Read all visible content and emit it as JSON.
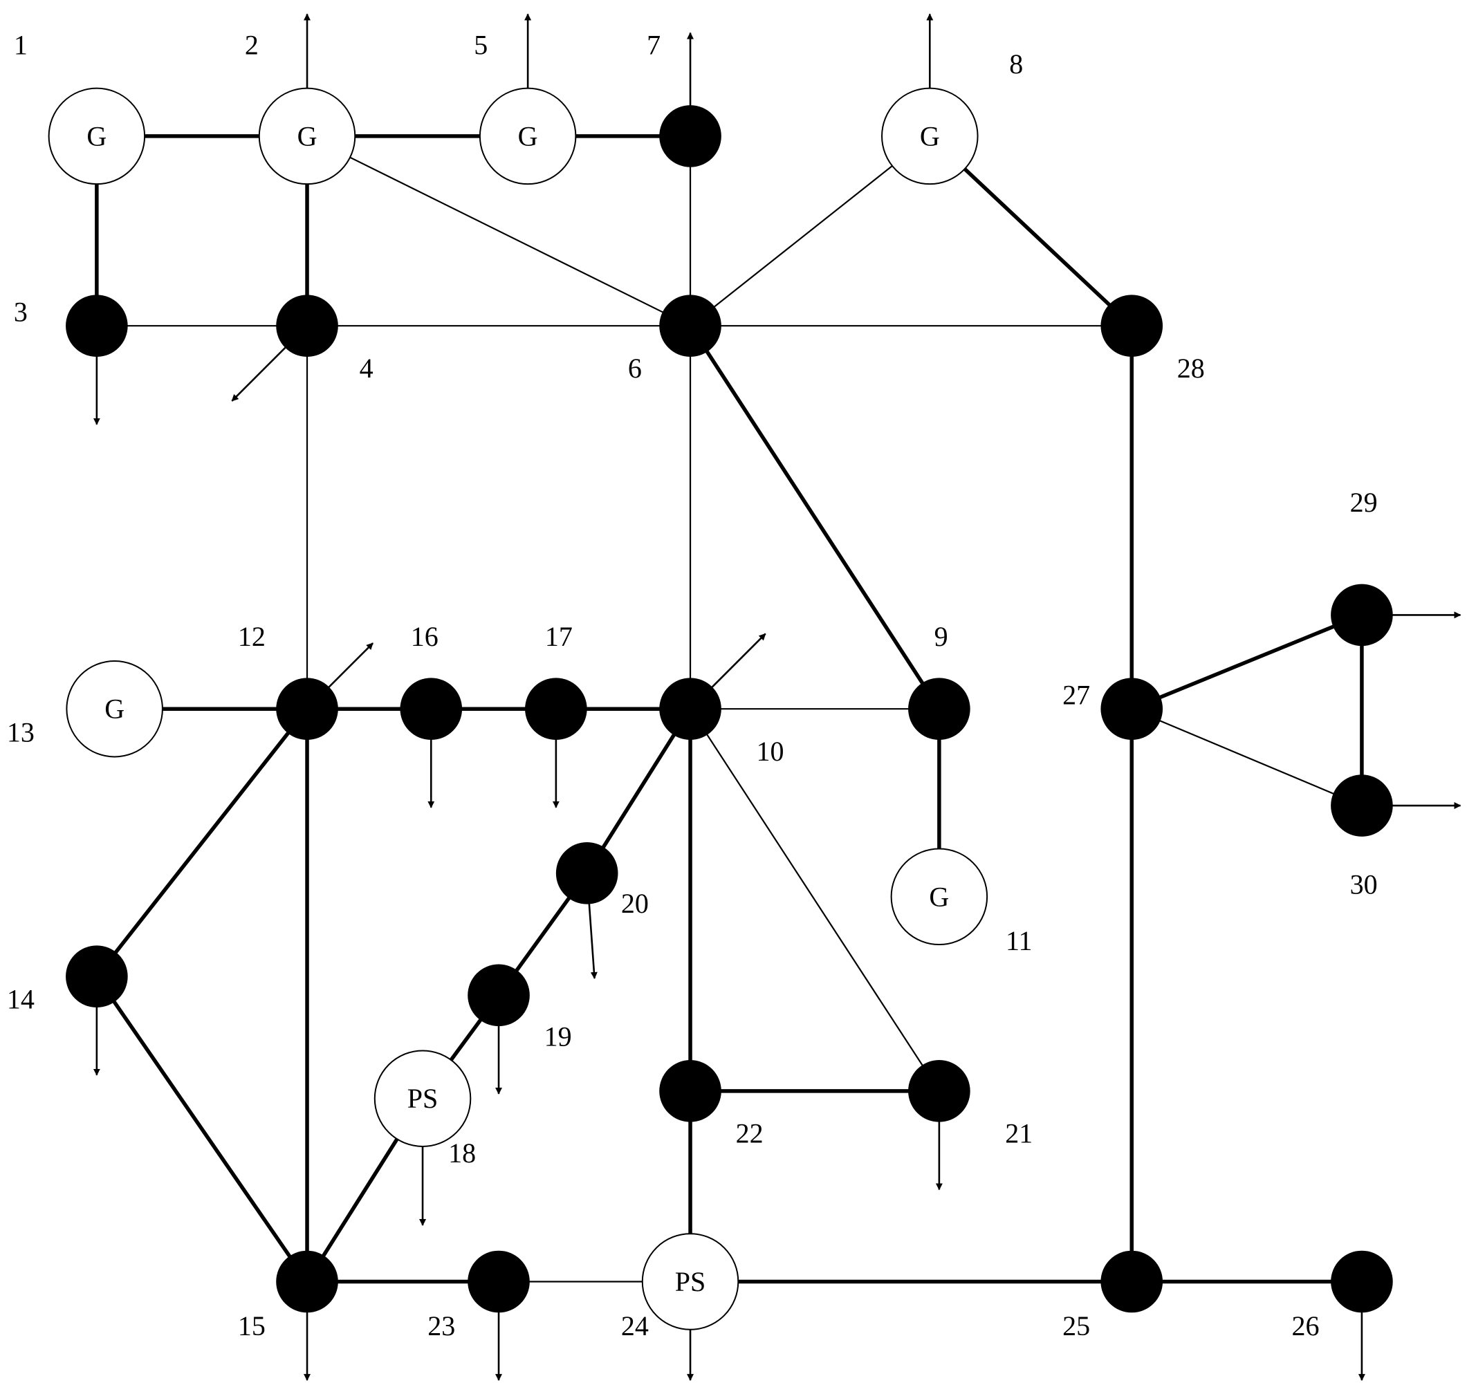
{
  "diagram": {
    "colors": {
      "ink": "#000000",
      "paper": "#ffffff"
    },
    "nodes": [
      {
        "id": "1",
        "label": "1",
        "type": "G"
      },
      {
        "id": "2",
        "label": "2",
        "type": "G"
      },
      {
        "id": "3",
        "label": "3",
        "type": "bus"
      },
      {
        "id": "4",
        "label": "4",
        "type": "bus"
      },
      {
        "id": "5",
        "label": "5",
        "type": "G"
      },
      {
        "id": "6",
        "label": "6",
        "type": "bus"
      },
      {
        "id": "7",
        "label": "7",
        "type": "bus"
      },
      {
        "id": "8",
        "label": "8",
        "type": "G"
      },
      {
        "id": "9",
        "label": "9",
        "type": "bus"
      },
      {
        "id": "10",
        "label": "10",
        "type": "bus"
      },
      {
        "id": "11",
        "label": "11",
        "type": "G"
      },
      {
        "id": "12",
        "label": "12",
        "type": "bus"
      },
      {
        "id": "13",
        "label": "13",
        "type": "G"
      },
      {
        "id": "14",
        "label": "14",
        "type": "bus"
      },
      {
        "id": "15",
        "label": "15",
        "type": "bus"
      },
      {
        "id": "16",
        "label": "16",
        "type": "bus"
      },
      {
        "id": "17",
        "label": "17",
        "type": "bus"
      },
      {
        "id": "18",
        "label": "18",
        "type": "PS"
      },
      {
        "id": "19",
        "label": "19",
        "type": "bus"
      },
      {
        "id": "20",
        "label": "20",
        "type": "bus"
      },
      {
        "id": "21",
        "label": "21",
        "type": "bus"
      },
      {
        "id": "22",
        "label": "22",
        "type": "bus"
      },
      {
        "id": "23",
        "label": "23",
        "type": "bus"
      },
      {
        "id": "24",
        "label": "24",
        "type": "PS"
      },
      {
        "id": "25",
        "label": "25",
        "type": "bus"
      },
      {
        "id": "26",
        "label": "26",
        "type": "bus"
      },
      {
        "id": "27",
        "label": "27",
        "type": "bus"
      },
      {
        "id": "28",
        "label": "28",
        "type": "bus"
      },
      {
        "id": "29",
        "label": "29",
        "type": "bus"
      },
      {
        "id": "30",
        "label": "30",
        "type": "bus"
      }
    ],
    "symbols": {
      "G": "G",
      "PS": "PS"
    },
    "edges": [
      {
        "from": "1",
        "to": "2",
        "weight": "thick"
      },
      {
        "from": "1",
        "to": "3",
        "weight": "thick"
      },
      {
        "from": "2",
        "to": "5",
        "weight": "thick"
      },
      {
        "from": "5",
        "to": "7",
        "weight": "thick"
      },
      {
        "from": "2",
        "to": "6",
        "weight": "thin"
      },
      {
        "from": "4",
        "to": "2",
        "weight": "thick"
      },
      {
        "from": "3",
        "to": "4",
        "weight": "thin"
      },
      {
        "from": "4",
        "to": "6",
        "weight": "thin"
      },
      {
        "from": "7",
        "to": "6",
        "weight": "thin"
      },
      {
        "from": "6",
        "to": "8",
        "weight": "thin"
      },
      {
        "from": "6",
        "to": "28",
        "weight": "thin"
      },
      {
        "from": "8",
        "to": "28",
        "weight": "thick"
      },
      {
        "from": "6",
        "to": "9",
        "weight": "thick"
      },
      {
        "from": "6",
        "to": "10",
        "weight": "thin"
      },
      {
        "from": "4",
        "to": "12",
        "weight": "thin"
      },
      {
        "from": "9",
        "to": "10",
        "weight": "thin"
      },
      {
        "from": "9",
        "to": "11",
        "weight": "thick"
      },
      {
        "from": "13",
        "to": "12",
        "weight": "thick"
      },
      {
        "from": "12",
        "to": "16",
        "weight": "thick"
      },
      {
        "from": "16",
        "to": "17",
        "weight": "thick"
      },
      {
        "from": "17",
        "to": "10",
        "weight": "thick"
      },
      {
        "from": "12",
        "to": "14",
        "weight": "thick"
      },
      {
        "from": "12",
        "to": "15",
        "weight": "thick"
      },
      {
        "from": "14",
        "to": "15",
        "weight": "thick"
      },
      {
        "from": "10",
        "to": "20",
        "weight": "thick"
      },
      {
        "from": "20",
        "to": "19",
        "weight": "thick"
      },
      {
        "from": "19",
        "to": "18",
        "weight": "thick"
      },
      {
        "from": "18",
        "to": "15",
        "weight": "thick"
      },
      {
        "from": "10",
        "to": "22",
        "weight": "thick"
      },
      {
        "from": "10",
        "to": "21",
        "weight": "thin"
      },
      {
        "from": "22",
        "to": "21",
        "weight": "thick"
      },
      {
        "from": "22",
        "to": "24",
        "weight": "thick"
      },
      {
        "from": "15",
        "to": "23",
        "weight": "thick"
      },
      {
        "from": "23",
        "to": "24",
        "weight": "thin"
      },
      {
        "from": "24",
        "to": "25",
        "weight": "thick"
      },
      {
        "from": "25",
        "to": "26",
        "weight": "thick"
      },
      {
        "from": "28",
        "to": "27",
        "weight": "thick"
      },
      {
        "from": "27",
        "to": "25",
        "weight": "thick"
      },
      {
        "from": "27",
        "to": "29",
        "weight": "thick"
      },
      {
        "from": "27",
        "to": "30",
        "weight": "thin"
      },
      {
        "from": "29",
        "to": "30",
        "weight": "thick"
      }
    ],
    "loads": [
      "2",
      "5",
      "7",
      "8",
      "3",
      "4",
      "12",
      "16",
      "17",
      "10",
      "14",
      "20",
      "19",
      "18",
      "21",
      "15",
      "23",
      "24",
      "26",
      "29",
      "30"
    ]
  }
}
